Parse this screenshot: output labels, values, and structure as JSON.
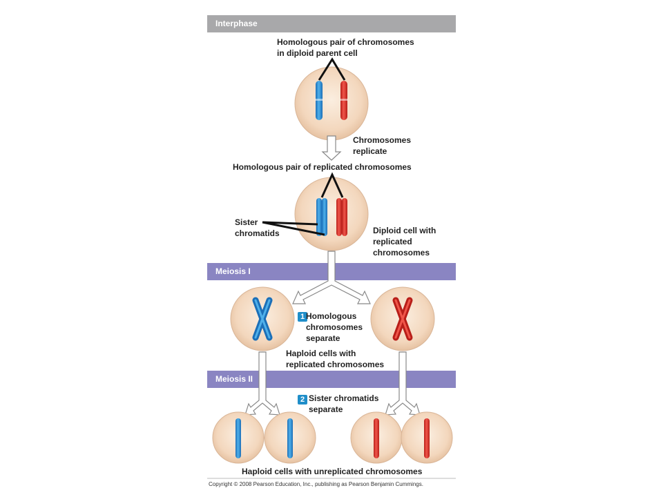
{
  "stages": {
    "interphase": "Interphase",
    "meiosis1": "Meiosis I",
    "meiosis2": "Meiosis II"
  },
  "labels": {
    "homologous_pair": "Homologous pair of chromosomes\nin diploid parent cell",
    "chromosomes_replicate": "Chromosomes\nreplicate",
    "replicated_pair": "Homologous pair of replicated chromosomes",
    "sister_chromatids": "Sister\nchromatids",
    "diploid_cell": "Diploid cell with\nreplicated\nchromosomes",
    "homologous_separate": "Homologous\nchromosomes\nseparate",
    "haploid_replicated": "Haploid cells with\nreplicated chromosomes",
    "sister_separate": "Sister chromatids\nseparate",
    "haploid_unreplicated": "Haploid cells with unreplicated chromosomes"
  },
  "steps": {
    "one": "1",
    "two": "2"
  },
  "copyright": "Copyright © 2008 Pearson Education, Inc., publishing as Pearson Benjamin Cummings.",
  "colors": {
    "interphase_band": "#a8a8aa",
    "meiosis_band": "#8a85c2",
    "cell_fill": "#f3d9c1",
    "chromosome_blue": "#2a8fd3",
    "chromosome_red": "#e0332b",
    "step_badge": "#1f8ec9"
  }
}
